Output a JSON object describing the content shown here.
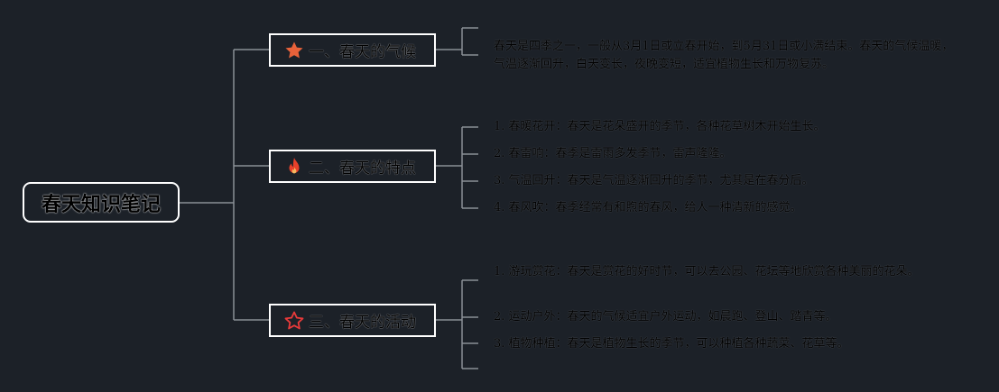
{
  "root": {
    "label": "春天知识笔记"
  },
  "branches": [
    {
      "label": "一、春天的气候",
      "icon": "star-filled-icon",
      "icon_color": "#e8623a",
      "items": [
        "春天是四季之一，一般从3月1日或立春开始，到5月31日或小满结束。春天的气候温暖，气温逐渐回升，白天变长，夜晚变短，适宜植物生长和万物复苏。"
      ]
    },
    {
      "label": "二、春天的特点",
      "icon": "fire-icon",
      "icon_color": "#e8402a",
      "items": [
        "1. 春暖花开：春天是花朵盛开的季节，各种花草树木开始生长。",
        "2. 春雷响：春季是雷雨多发季节，雷声隆隆。",
        "3. 气温回升：春天是气温逐渐回升的季节，尤其是在春分后。",
        "4. 春风吹：春季经常有和煦的春风，给人一种清新的感觉。"
      ]
    },
    {
      "label": "三、春天的活动",
      "icon": "star-outline-icon",
      "icon_color": "#e83a3a",
      "items": [
        "1. 游玩赏花：春天是赏花的好时节，可以去公园、花坛等地欣赏各种美丽的花朵。",
        "2. 运动户外：春天的气候适宜户外运动，如晨跑、登山、踏青等。",
        "3. 植物种植：春天是植物生长的季节，可以种植各种蔬菜、花草等。"
      ]
    }
  ],
  "colors": {
    "background": "#1c2128",
    "connector": "#8a8f96",
    "node_border": "#ffffff"
  }
}
